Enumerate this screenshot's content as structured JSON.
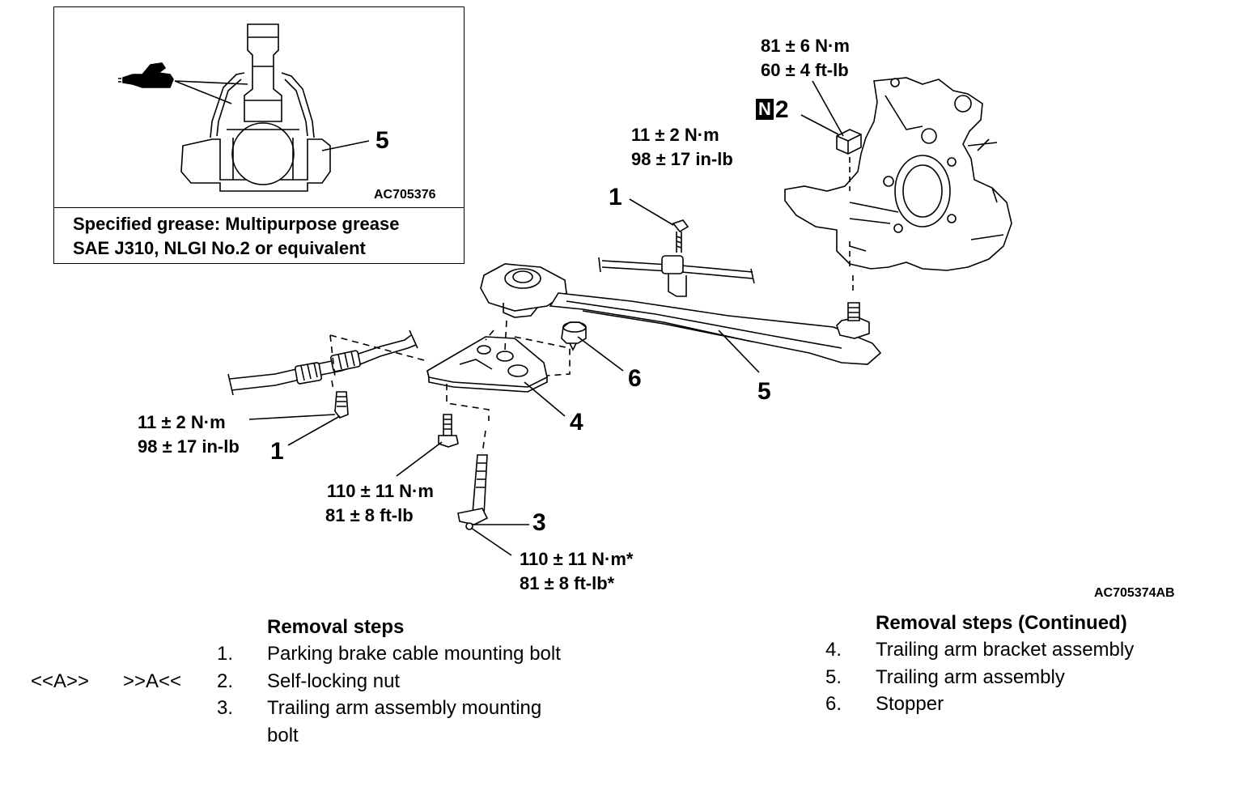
{
  "inset": {
    "callout": "5",
    "code": "AC705376",
    "grease_line1": "Specified grease: Multipurpose grease",
    "grease_line2": "SAE J310, NLGI No.2 or equivalent"
  },
  "callouts": {
    "c1_top": "1",
    "c1_left": "1",
    "c2_box": "N",
    "c2": "2",
    "c3": "3",
    "c4": "4",
    "c5": "5",
    "c6": "6"
  },
  "torques": {
    "nut_top_1": "81 ± 6 N·m",
    "nut_top_2": "60 ± 4 ft-lb",
    "cable_top_1": "11 ± 2 N·m",
    "cable_top_2": "98 ± 17 in-lb",
    "cable_left_1": "11 ± 2 N·m",
    "cable_left_2": "98 ± 17 in-lb",
    "bracket_bolt_1": "110 ± 11 N·m",
    "bracket_bolt_2": "81 ± 8 ft-lb",
    "arm_bolt_1": "110 ± 11 N·m*",
    "arm_bolt_2": "81 ± 8 ft-lb*"
  },
  "figure_code": "AC705374AB",
  "steps_left": {
    "heading": "Removal steps",
    "marker_a1": "<<A>>",
    "marker_a2": ">>A<<",
    "items": [
      {
        "num": "1.",
        "text": "Parking brake cable mounting bolt"
      },
      {
        "num": "2.",
        "text": "Self-locking nut"
      },
      {
        "num": "3.",
        "text": "Trailing arm assembly mounting"
      },
      {
        "num": "",
        "text": "bolt"
      }
    ]
  },
  "steps_right": {
    "heading": "Removal steps (Continued)",
    "items": [
      {
        "num": "4.",
        "text": "Trailing arm bracket assembly"
      },
      {
        "num": "5.",
        "text": "Trailing arm assembly"
      },
      {
        "num": "6.",
        "text": "Stopper"
      }
    ]
  }
}
